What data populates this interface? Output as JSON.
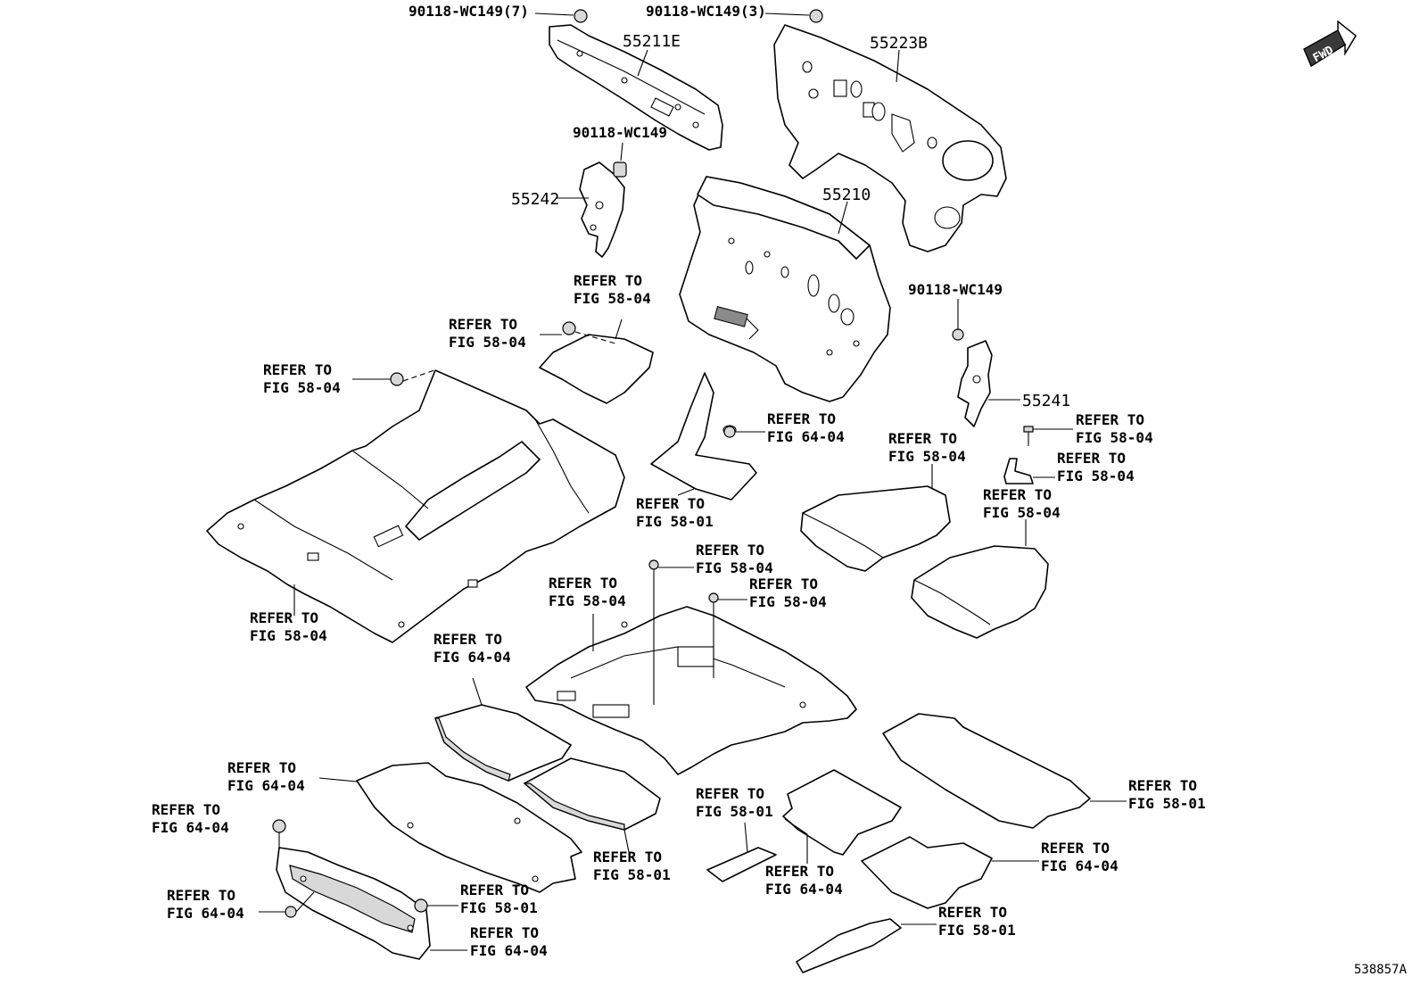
{
  "parts": [
    {
      "id": "p1",
      "text": "90118-WC149(7)"
    },
    {
      "id": "p2",
      "text": "90118-WC149(3)"
    },
    {
      "id": "p3",
      "text": "55211E"
    },
    {
      "id": "p4",
      "text": "55223B"
    },
    {
      "id": "p5",
      "text": "90118-WC149"
    },
    {
      "id": "p6",
      "text": "55242"
    },
    {
      "id": "p7",
      "text": "55210"
    },
    {
      "id": "p8",
      "text": "90118-WC149"
    },
    {
      "id": "p9",
      "text": "55241"
    }
  ],
  "refs": [
    {
      "id": "r1",
      "l1": "REFER TO",
      "l2": "FIG 58-04"
    },
    {
      "id": "r2",
      "l1": "REFER TO",
      "l2": "FIG 58-04"
    },
    {
      "id": "r3",
      "l1": "REFER TO",
      "l2": "FIG 58-04"
    },
    {
      "id": "r4",
      "l1": "REFER TO",
      "l2": "FIG 64-04"
    },
    {
      "id": "r5",
      "l1": "REFER TO",
      "l2": "FIG 58-04"
    },
    {
      "id": "r6",
      "l1": "REFER TO",
      "l2": "FIG 58-04"
    },
    {
      "id": "r7",
      "l1": "REFER TO",
      "l2": "FIG 58-04"
    },
    {
      "id": "r8",
      "l1": "REFER TO",
      "l2": "FIG 58-04"
    },
    {
      "id": "r9",
      "l1": "REFER TO",
      "l2": "FIG 58-01"
    },
    {
      "id": "r10",
      "l1": "REFER TO",
      "l2": "FIG 58-04"
    },
    {
      "id": "r11",
      "l1": "REFER TO",
      "l2": "FIG 58-04"
    },
    {
      "id": "r12",
      "l1": "REFER TO",
      "l2": "FIG 58-04"
    },
    {
      "id": "r13",
      "l1": "REFER TO",
      "l2": "FIG 58-04"
    },
    {
      "id": "r14",
      "l1": "REFER TO",
      "l2": "FIG 64-04"
    },
    {
      "id": "r15",
      "l1": "REFER TO",
      "l2": "FIG 64-04"
    },
    {
      "id": "r16",
      "l1": "REFER TO",
      "l2": "FIG 64-04"
    },
    {
      "id": "r17",
      "l1": "REFER TO",
      "l2": "FIG 64-04"
    },
    {
      "id": "r18",
      "l1": "REFER TO",
      "l2": "FIG 58-01"
    },
    {
      "id": "r19",
      "l1": "REFER TO",
      "l2": "FIG 58-01"
    },
    {
      "id": "r20",
      "l1": "REFER TO",
      "l2": "FIG 58-01"
    },
    {
      "id": "r21",
      "l1": "REFER TO",
      "l2": "FIG 64-04"
    },
    {
      "id": "r22",
      "l1": "REFER TO",
      "l2": "FIG 58-01"
    },
    {
      "id": "r23",
      "l1": "REFER TO",
      "l2": "FIG 64-04"
    },
    {
      "id": "r24",
      "l1": "REFER TO",
      "l2": "FIG 64-04"
    },
    {
      "id": "r25",
      "l1": "REFER TO",
      "l2": "FIG 58-01"
    }
  ],
  "fwd": "FWD",
  "figure_code": "538857A"
}
